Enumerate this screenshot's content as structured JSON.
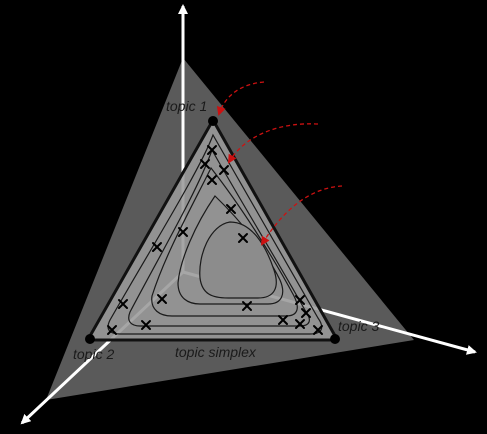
{
  "labels": {
    "topic1": "topic 1",
    "topic2": "topic 2",
    "topic3": "topic 3",
    "simplex": "topic simplex"
  },
  "colors": {
    "background": "#000000",
    "plane": "#5a5a5a",
    "simplex_fill": "#9a9a9a",
    "contour": "#1a1a1a",
    "axis": "#ffffff",
    "arrow_red": "#cc1111",
    "marker": "#000000"
  },
  "icons": {
    "axis_arrowhead": "arrowhead",
    "data_point": "cross-mark",
    "vertex": "filled-circle"
  }
}
